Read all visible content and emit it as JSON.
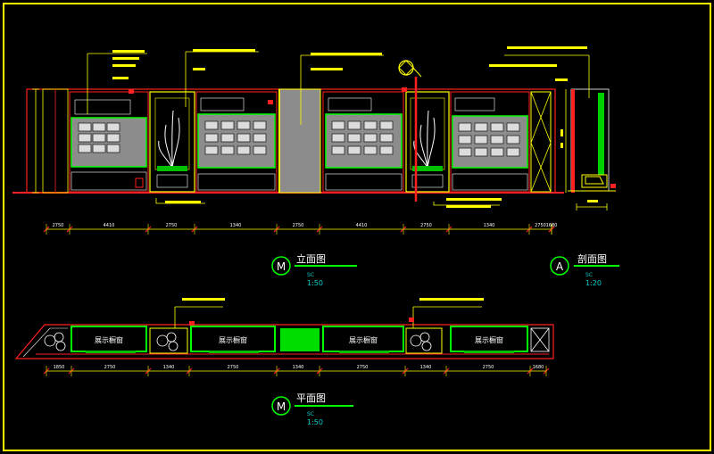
{
  "drawing": {
    "colors": {
      "background": "#000000",
      "border": "#ffff00",
      "wall": "#ff2020",
      "panel": "#00ff00",
      "dimension": "#ffff00",
      "annotation": "#ffffff",
      "fill_gray": "#8c8c8c"
    },
    "elevation_view": {
      "symbol_letter": "M",
      "title": "立面图",
      "scale": "1:50",
      "scale_prefix": "SC"
    },
    "section_view": {
      "symbol_letter": "A",
      "title": "剖面图",
      "scale": "1:20",
      "scale_prefix": "SC"
    },
    "plan_view": {
      "symbol_letter": "M",
      "title": "平面图",
      "scale": "1:50",
      "scale_prefix": "SC"
    },
    "plan_labels": [
      "展示橱窗",
      "展示橱窗",
      "展示橱窗",
      "展示橱窗"
    ],
    "elevation_dimensions": [
      "2750",
      "4410",
      "2750",
      "1340",
      "2750",
      "4410",
      "2750",
      "1340",
      "2750",
      "1680"
    ],
    "plan_dimensions": [
      "1850",
      "2750",
      "1340",
      "2750",
      "1340",
      "2750",
      "1340",
      "2750",
      "1680"
    ]
  }
}
